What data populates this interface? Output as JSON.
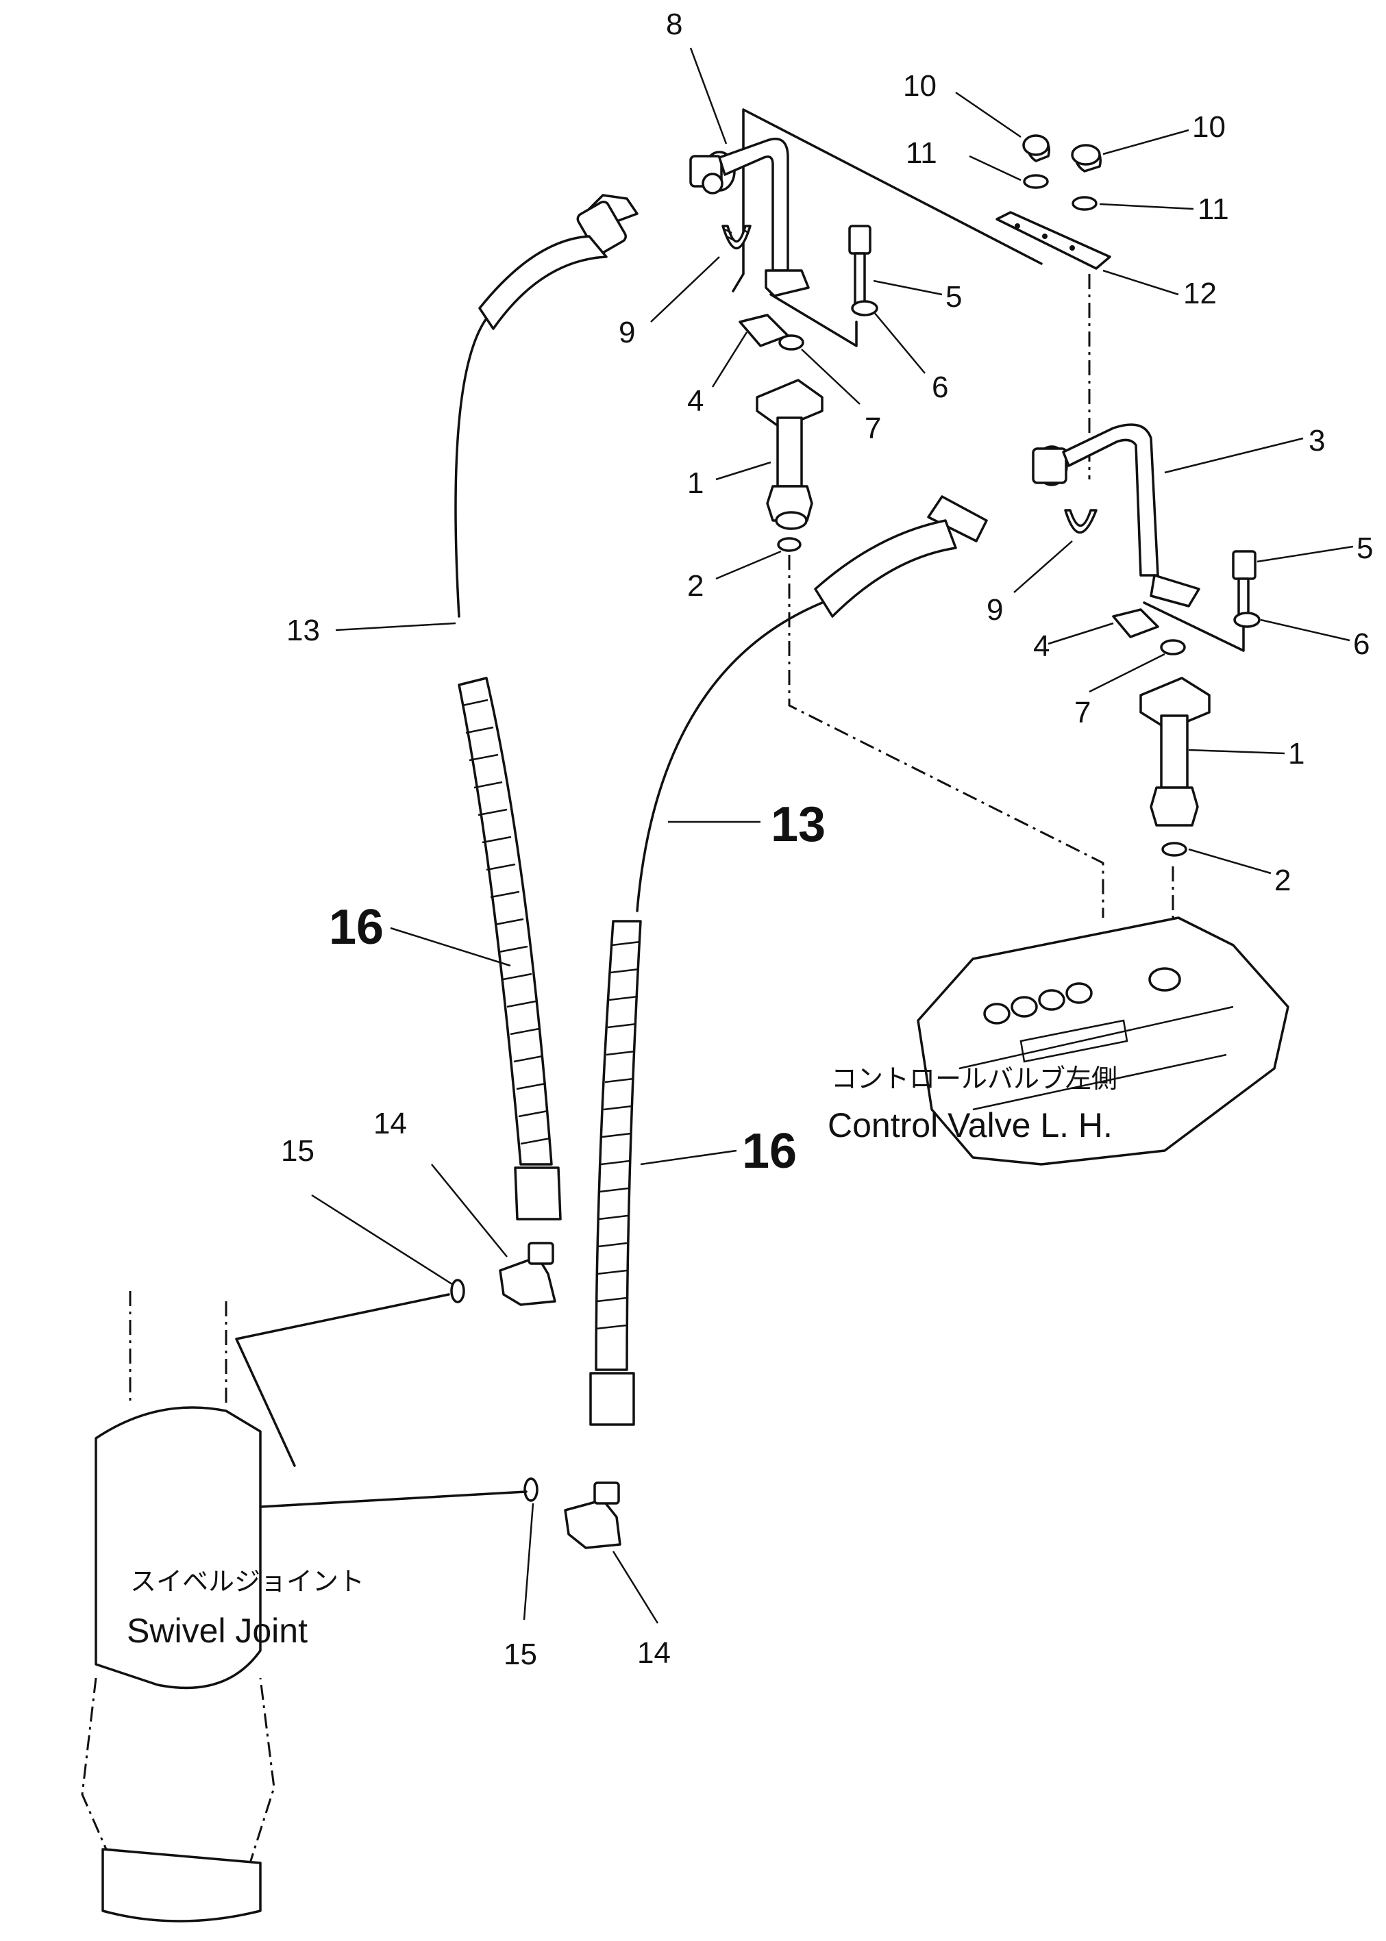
{
  "labels": {
    "control_valve_jp": "コントロールバルブ左側",
    "control_valve_en": "Control Valve L. H.",
    "swivel_joint_jp": "スイベルジョイント",
    "swivel_joint_en": "Swivel Joint"
  },
  "callouts": [
    {
      "id": "c8",
      "number": "8"
    },
    {
      "id": "c10a",
      "number": "10"
    },
    {
      "id": "c10b",
      "number": "10"
    },
    {
      "id": "c11a",
      "number": "11"
    },
    {
      "id": "c11b",
      "number": "11"
    },
    {
      "id": "c12",
      "number": "12"
    },
    {
      "id": "c5a",
      "number": "5"
    },
    {
      "id": "c6a",
      "number": "6"
    },
    {
      "id": "c9a",
      "number": "9"
    },
    {
      "id": "c4a",
      "number": "4"
    },
    {
      "id": "c7a",
      "number": "7"
    },
    {
      "id": "c1a",
      "number": "1"
    },
    {
      "id": "c2a",
      "number": "2"
    },
    {
      "id": "c3",
      "number": "3"
    },
    {
      "id": "c5b",
      "number": "5"
    },
    {
      "id": "c9b",
      "number": "9"
    },
    {
      "id": "c4b",
      "number": "4"
    },
    {
      "id": "c6b",
      "number": "6"
    },
    {
      "id": "c7b",
      "number": "7"
    },
    {
      "id": "c1b",
      "number": "1"
    },
    {
      "id": "c2b",
      "number": "2"
    },
    {
      "id": "c13a",
      "number": "13"
    },
    {
      "id": "c13b",
      "number": "13"
    },
    {
      "id": "c16a",
      "number": "16"
    },
    {
      "id": "c16b",
      "number": "16"
    },
    {
      "id": "c14a",
      "number": "14"
    },
    {
      "id": "c15a",
      "number": "15"
    },
    {
      "id": "c15b",
      "number": "15"
    },
    {
      "id": "c14b",
      "number": "14"
    }
  ]
}
